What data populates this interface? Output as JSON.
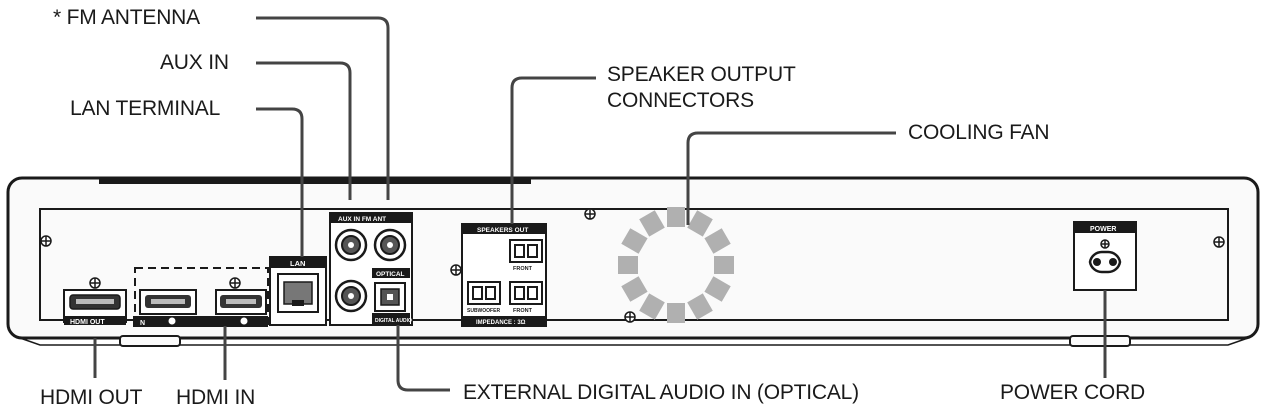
{
  "callouts": {
    "fm_antenna": "* FM ANTENNA",
    "aux_in": "AUX IN",
    "lan_terminal": "LAN TERMINAL",
    "speaker_output": "SPEAKER OUTPUT\nCONNECTORS",
    "cooling_fan": "COOLING FAN",
    "hdmi_out": "HDMI OUT",
    "hdmi_in": "HDMI IN",
    "external_digital_audio_in": "EXTERNAL DIGITAL AUDIO IN (OPTICAL)",
    "power_cord": "POWER CORD"
  },
  "panel_labels": {
    "hdmi_out": "HDMI OUT",
    "hdmi_in_tag": "N",
    "lan": "LAN",
    "aux_fm": "AUX IN FM ANT",
    "optical": "OPTICAL",
    "digital_audio": "DIGITAL AUDIO",
    "speakers_out": "SPEAKERS OUT",
    "impedance": "IMPEDANCE : 3Ω",
    "subwoofer": "SUBWOOFER",
    "front_r": "FRONT",
    "front_l": "FRONT",
    "power": "POWER"
  }
}
